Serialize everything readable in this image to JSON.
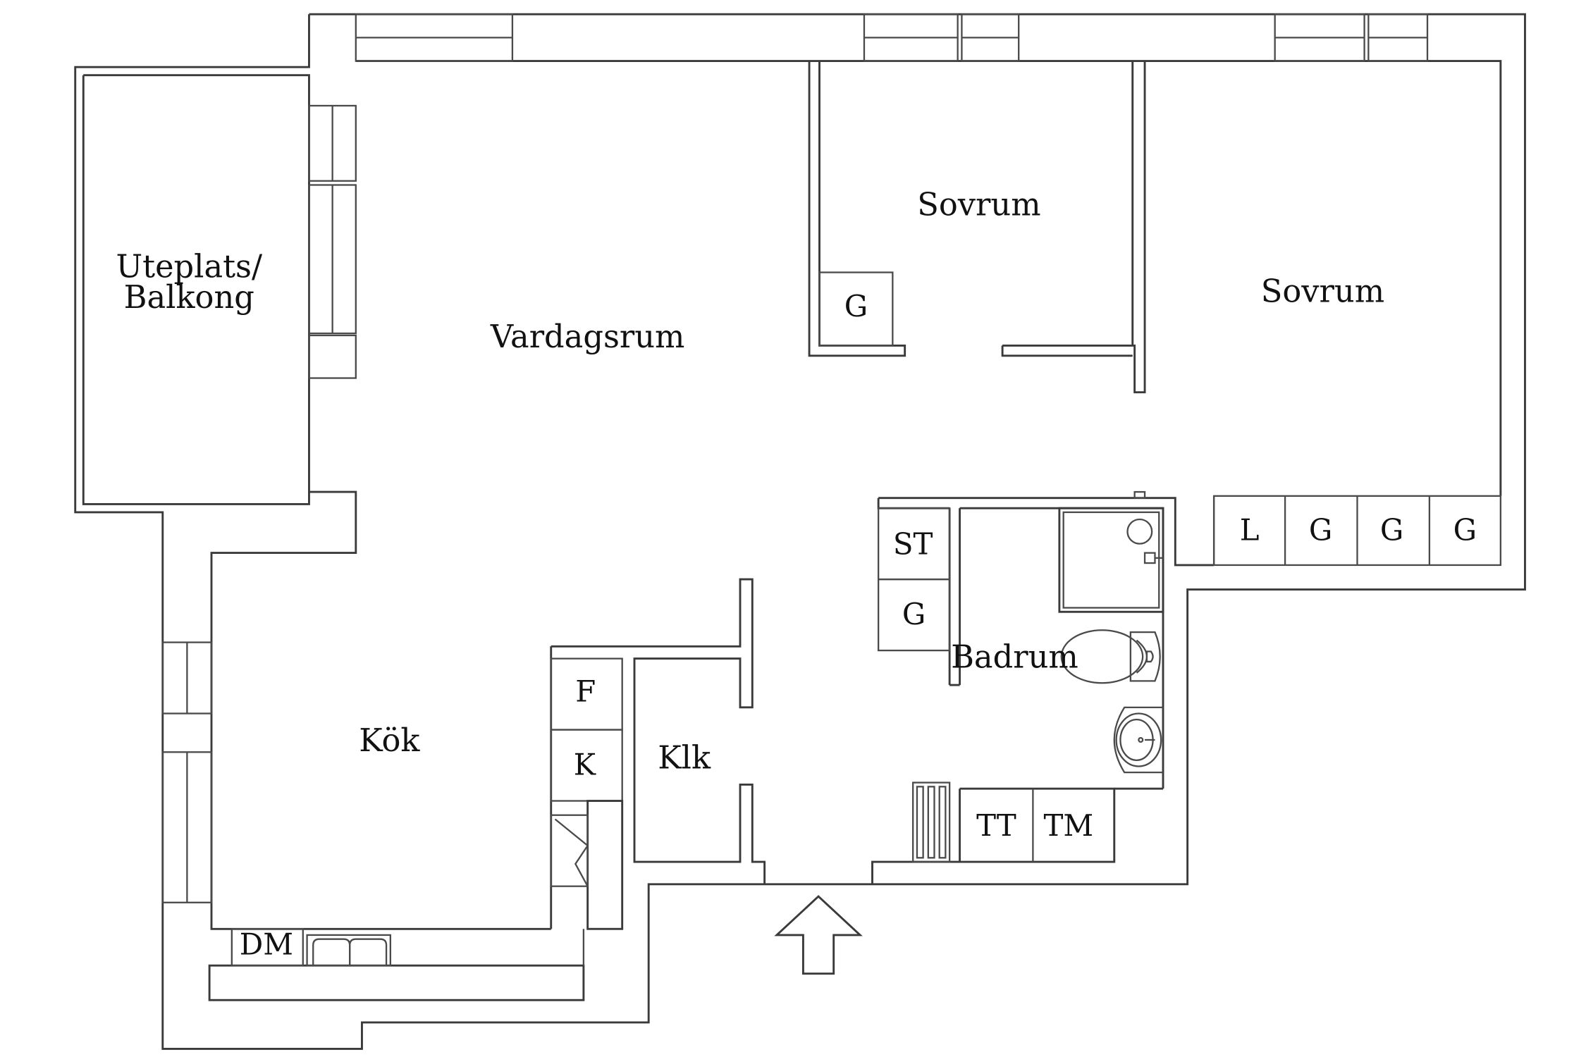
{
  "rooms": {
    "balcony_line1": "Uteplats/",
    "balcony_line2": "Balkong",
    "living": "Vardagsrum",
    "bedroom_1": "Sovrum",
    "bedroom_2": "Sovrum",
    "kitchen": "Kök",
    "bathroom": "Badrum",
    "closet": "Klk"
  },
  "fixtures": {
    "wardrobe_bedroom1": "G",
    "linen": "L",
    "wardrobe_b1": "G",
    "wardrobe_b2": "G",
    "wardrobe_b3": "G",
    "storage": "ST",
    "wardrobe_hall": "G",
    "fridge": "F",
    "freezer": "K",
    "dishwasher": "DM",
    "dryer": "TT",
    "washer": "TM"
  }
}
